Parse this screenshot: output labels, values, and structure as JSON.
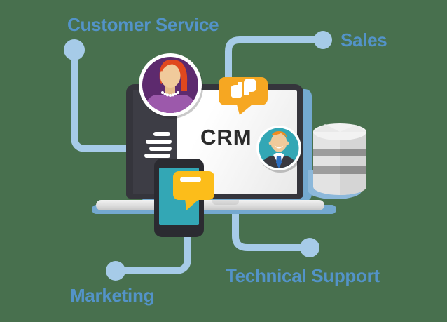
{
  "labels": {
    "customer_service": "Customer Service",
    "sales": "Sales",
    "marketing": "Marketing",
    "technical_support": "Technical Support"
  },
  "laptop": {
    "screen_title": "CRM"
  },
  "icons": {
    "connector_dot": "filled circle endpoint on connector line",
    "woman_avatar": "female agent portrait in purple circle",
    "man_avatar": "male customer portrait in teal circle",
    "phone_handset": "white phone receiver glyph in amber speech bubble",
    "chat_bubble": "yellow message bubble with white dash",
    "database": "gray database cylinder with two bands",
    "laptop": "laptop showing CRM dashboard",
    "smartphone": "smartphone with teal screen"
  },
  "colors": {
    "background": "#48704e",
    "connector_blue": "#a6cbe8",
    "label_blue": "#5393c8",
    "back_panel_blue": "#74a9d0",
    "amber": "#f6a722",
    "chat_yellow": "#fcbd1a",
    "teal": "#33a7b5",
    "bezel_dark": "#35353c",
    "sidebar_dark": "#3d3d45",
    "screen_white": "#ffffff",
    "base_gray": "#d9d9d9",
    "db_gray": "#e3e3e3",
    "db_gray_shade": "#d5d5d5",
    "db_top": "#f2f2f2",
    "db_band": "#9d9d9d",
    "db_band_shade": "#8f8f8f",
    "db_shadow_blue": "#8cb8da",
    "purple_bg": "#5d2a6e",
    "purple_blouse": "#9c59ab",
    "crm_text": "#2b2b2b",
    "hair_red": "#e0481e",
    "hair_orange": "#f18c1e",
    "skin": "#f0ca9b",
    "suit_dark": "#3a3a41",
    "tie_blue": "#2d6fc1"
  }
}
